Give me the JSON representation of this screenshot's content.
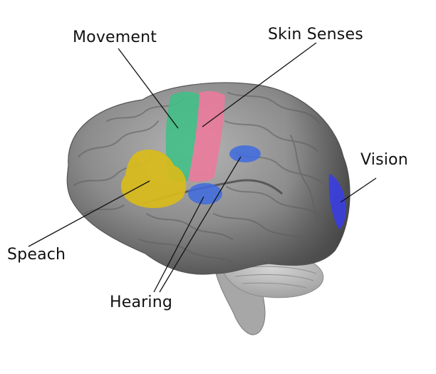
{
  "colors": {
    "movement": "#3fbf86",
    "skin_senses": "#ea7a9b",
    "speach": "#d9bb1a",
    "hearing": "#3f6be0",
    "vision": "#3a3ee0",
    "brain": "#8a8a8a",
    "cerebellum": "#b9b9b9",
    "leader_line": "#111111"
  },
  "labels": {
    "movement": "Movement",
    "skin_senses": "Skin Senses",
    "vision": "Vision",
    "speach": "Speach",
    "hearing": "Hearing"
  }
}
